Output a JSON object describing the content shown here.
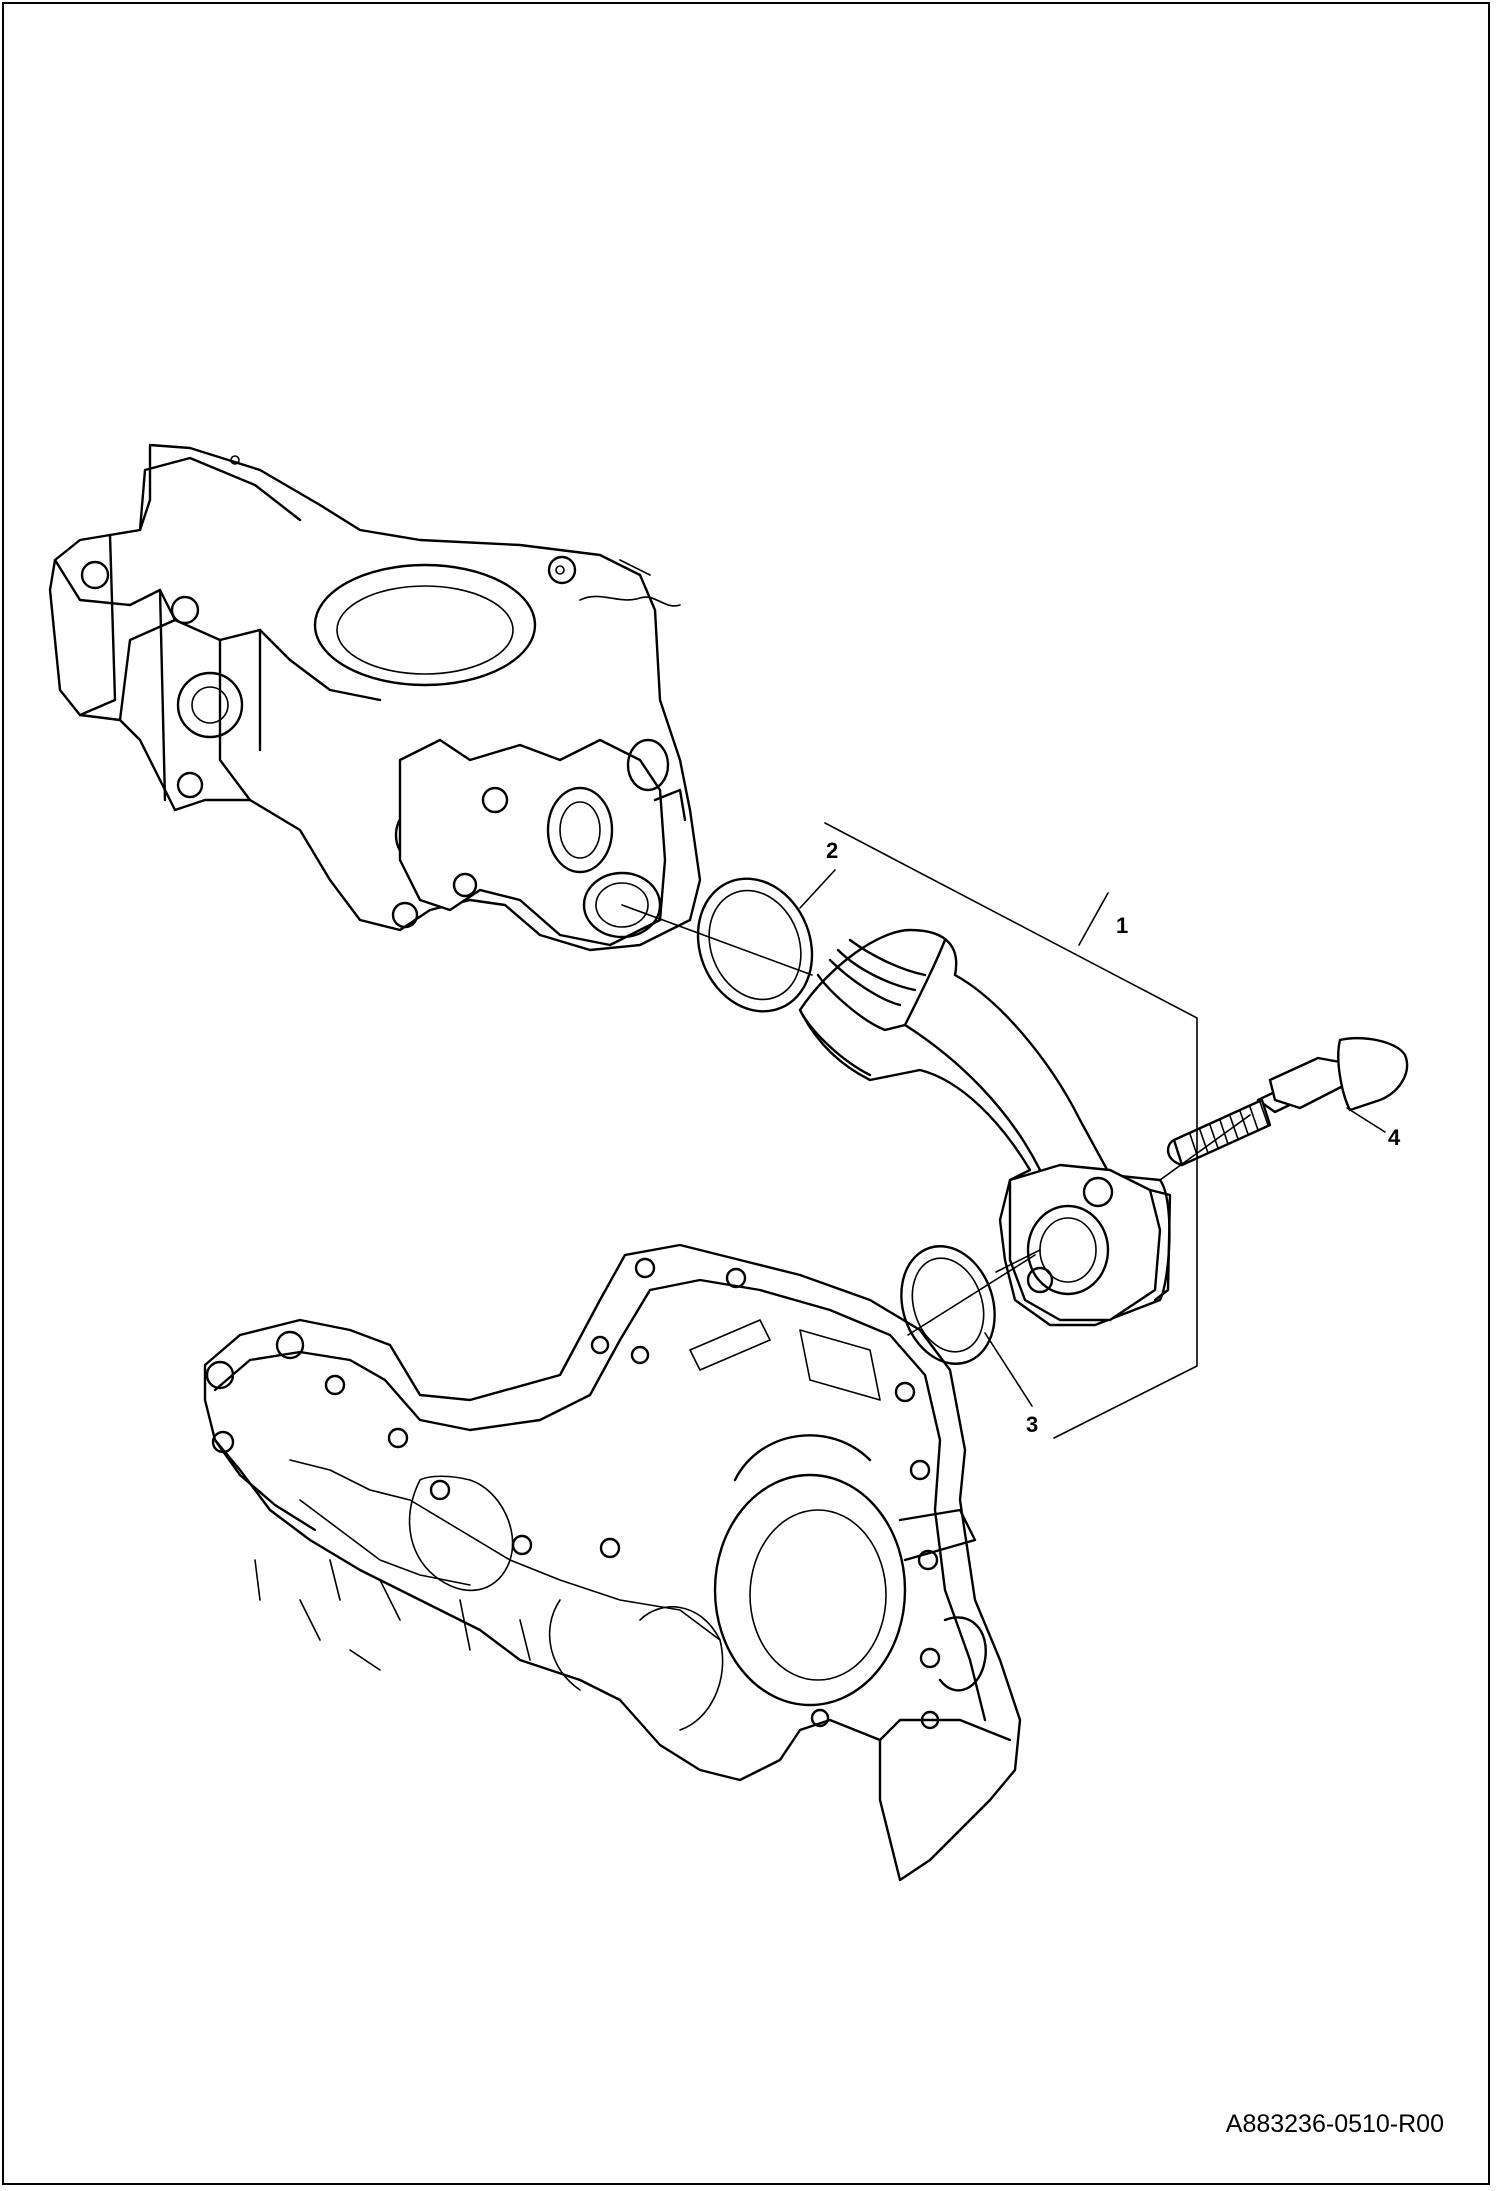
{
  "callouts": [
    {
      "id": "1",
      "label": "1"
    },
    {
      "id": "2",
      "label": "2"
    },
    {
      "id": "3",
      "label": "3"
    },
    {
      "id": "4",
      "label": "4"
    }
  ],
  "document_id": "A883236-0510-R00",
  "colors": {
    "line": "#000000",
    "background": "#ffffff"
  }
}
